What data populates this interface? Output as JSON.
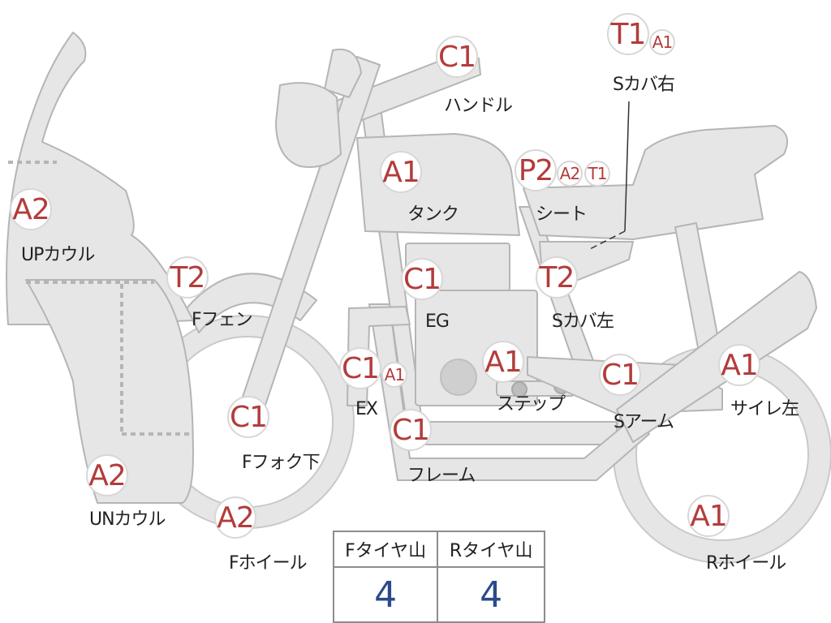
{
  "colors": {
    "part_fill": "#e6e6e6",
    "part_stroke": "#b5b5b5",
    "code": "#b33c3c",
    "value": "#2b4a8b"
  },
  "parts": [
    {
      "id": "handle",
      "label": "ハンドル",
      "codes": [
        "C1"
      ]
    },
    {
      "id": "s-cover-r",
      "label": "Sカバ右",
      "codes": [
        "T1",
        "A1"
      ]
    },
    {
      "id": "up-cowl",
      "label": "UPカウル",
      "codes": [
        "A2"
      ]
    },
    {
      "id": "tank",
      "label": "タンク",
      "codes": [
        "A1"
      ]
    },
    {
      "id": "seat",
      "label": "シート",
      "codes": [
        "P2",
        "A2",
        "T1"
      ]
    },
    {
      "id": "f-fender",
      "label": "Fフェン",
      "codes": [
        "T2"
      ]
    },
    {
      "id": "eg",
      "label": "EG",
      "codes": [
        "C1"
      ]
    },
    {
      "id": "s-cover-l",
      "label": "Sカバ左",
      "codes": [
        "T2"
      ]
    },
    {
      "id": "ex",
      "label": "EX",
      "codes": [
        "C1",
        "A1"
      ]
    },
    {
      "id": "step",
      "label": "ステップ",
      "codes": [
        "A1"
      ]
    },
    {
      "id": "s-arm",
      "label": "Sアーム",
      "codes": [
        "C1"
      ]
    },
    {
      "id": "silencer-l",
      "label": "サイレ左",
      "codes": [
        "A1"
      ]
    },
    {
      "id": "f-fork",
      "label": "Fフォク下",
      "codes": [
        "C1"
      ]
    },
    {
      "id": "frame",
      "label": "フレーム",
      "codes": [
        "C1"
      ]
    },
    {
      "id": "un-cowl",
      "label": "UNカウル",
      "codes": [
        "A2"
      ]
    },
    {
      "id": "f-wheel",
      "label": "Fホイール",
      "codes": [
        "A2"
      ]
    },
    {
      "id": "r-wheel",
      "label": "Rホイール",
      "codes": [
        "A1"
      ]
    }
  ],
  "tire_table": {
    "headers": [
      "Fタイヤ山",
      "Rタイヤ山"
    ],
    "values": [
      "4",
      "4"
    ]
  }
}
